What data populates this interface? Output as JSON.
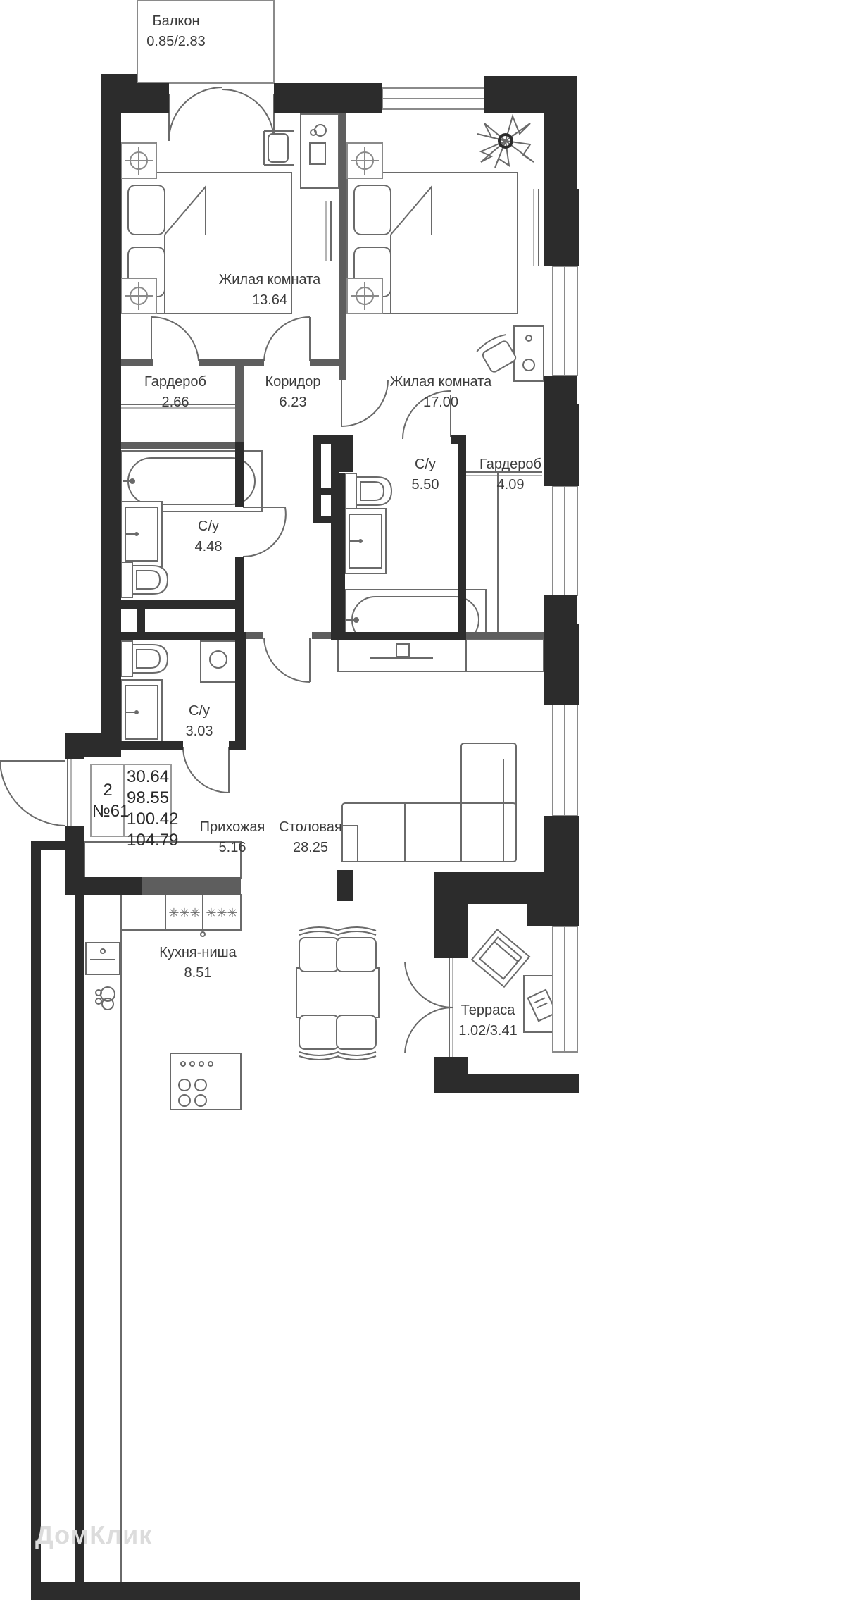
{
  "rooms": {
    "balcony": {
      "name": "Балкон",
      "area": "0.85/2.83"
    },
    "bedroom_left": {
      "name": "Жилая комната",
      "area": "13.64"
    },
    "bedroom_right": {
      "name": "Жилая комната",
      "area": "17.00"
    },
    "wardrobe_left": {
      "name": "Гардероб",
      "area": "2.66"
    },
    "corridor": {
      "name": "Коридор",
      "area": "6.23"
    },
    "bath_left": {
      "name": "С/у",
      "area": "4.48"
    },
    "bath_right": {
      "name": "С/у",
      "area": "5.50"
    },
    "wardrobe_right": {
      "name": "Гардероб",
      "area": "4.09"
    },
    "wc_small": {
      "name": "С/у",
      "area": "3.03"
    },
    "hall": {
      "name": "Прихожая",
      "area": "5.16"
    },
    "dining": {
      "name": "Столовая",
      "area": "28.25"
    },
    "kitchen": {
      "name": "Кухня-ниша",
      "area": "8.51"
    },
    "terrace": {
      "name": "Терраса",
      "area": "1.02/3.41"
    }
  },
  "apartment": {
    "floor": "2",
    "number": "№61",
    "areas": [
      "30.64",
      "98.55",
      "100.42",
      "104.79"
    ]
  },
  "watermark": "ДомКлик",
  "colors": {
    "wall": "#2c2c2c",
    "wall_gray": "#5e5e5e",
    "line": "#8a8a8a",
    "text": "#3c3c3c"
  }
}
